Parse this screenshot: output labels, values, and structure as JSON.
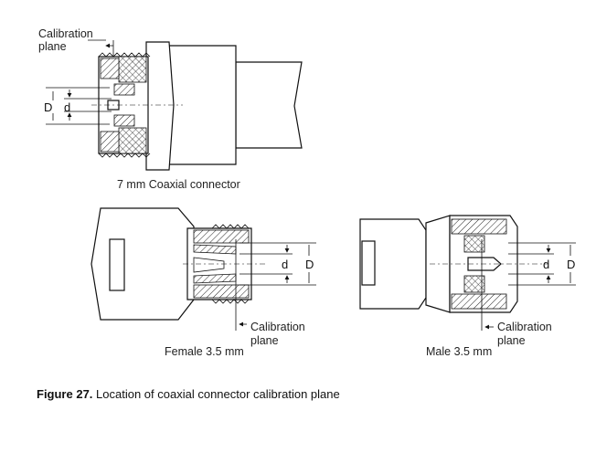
{
  "connectors": {
    "coax7mm": {
      "title": "7 mm Coaxial  connector",
      "calibration_label_line1": "Calibration",
      "calibration_label_line2": "plane",
      "dim_outer": "D",
      "dim_inner": "d"
    },
    "female35": {
      "title": "Female 3.5 mm",
      "calibration_label_line1": "Calibration",
      "calibration_label_line2": "plane",
      "dim_outer": "D",
      "dim_inner": "d"
    },
    "male35": {
      "title": "Male 3.5 mm",
      "calibration_label_line1": "Calibration",
      "calibration_label_line2": "plane",
      "dim_outer": "D",
      "dim_inner": "d"
    }
  },
  "caption": {
    "figure_number": "Figure 27.",
    "text": "Location of coaxial connector calibration plane"
  }
}
